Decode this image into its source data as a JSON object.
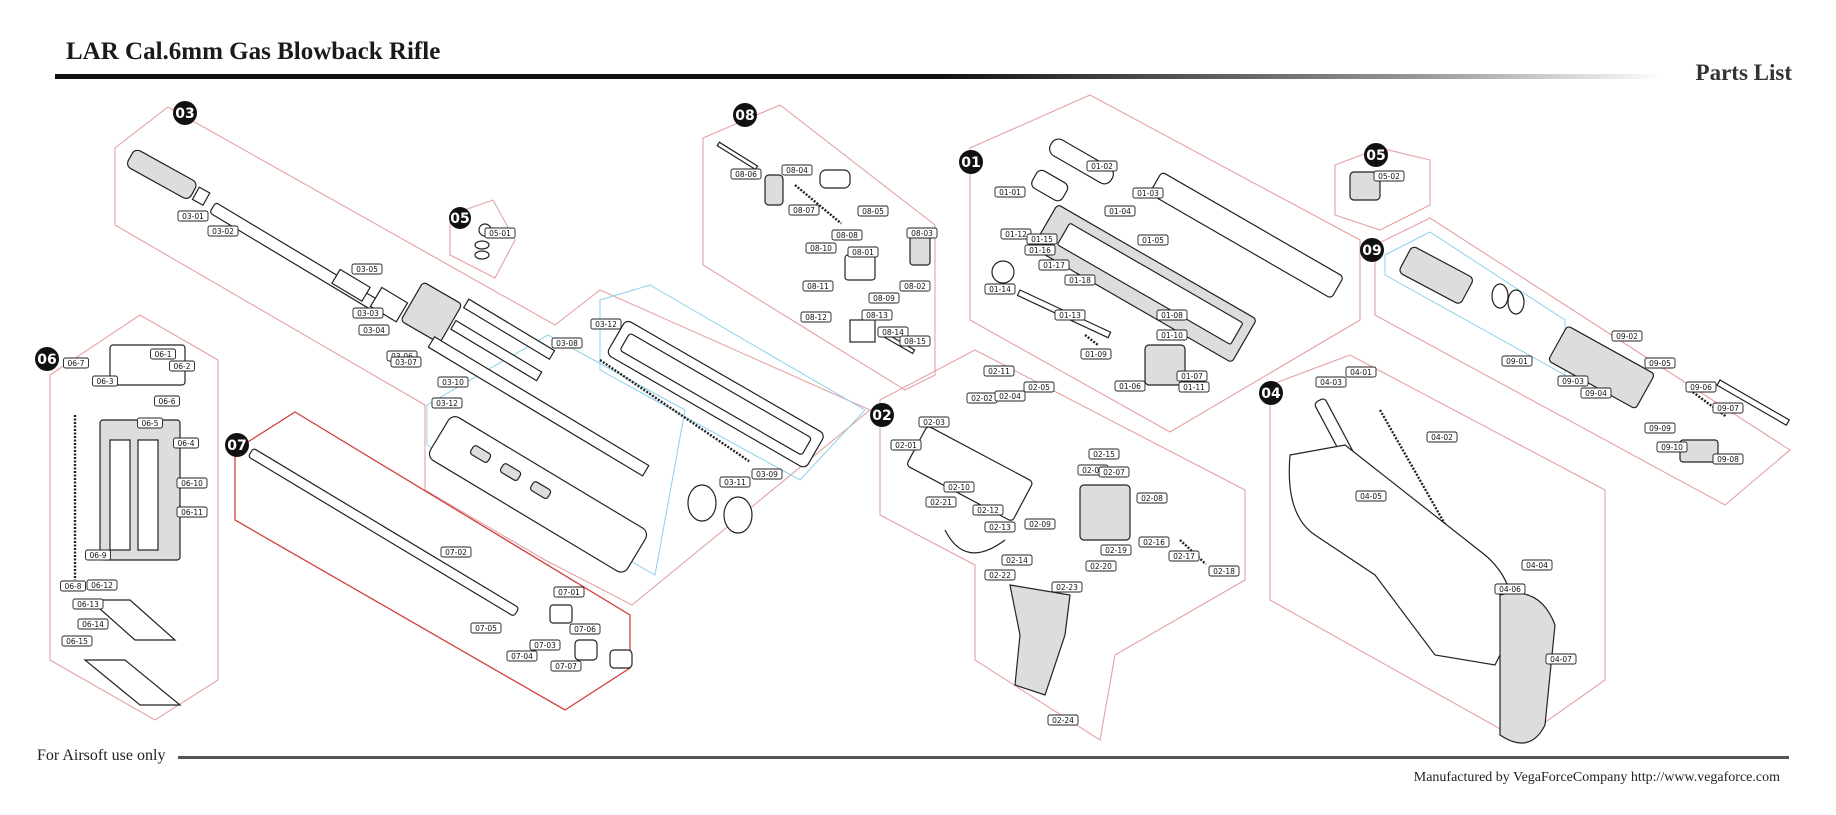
{
  "header": {
    "title": "LAR Cal.6mm Gas Blowback Rifle",
    "subtitle": "Parts List"
  },
  "footer": {
    "left": "For Airsoft use only",
    "right": "Manufactured by VegaForceCompany http://www.vegaforce.com"
  },
  "groups": [
    "01",
    "02",
    "03",
    "04",
    "05",
    "05",
    "06",
    "07",
    "08",
    "09"
  ],
  "labels": [
    "01-01",
    "01-02",
    "01-03",
    "01-04",
    "01-05",
    "01-06",
    "01-07",
    "01-08",
    "01-09",
    "01-10",
    "01-11",
    "01-12",
    "01-13",
    "01-14",
    "01-15",
    "01-16",
    "01-17",
    "01-18",
    "02-01",
    "02-02",
    "02-03",
    "02-04",
    "02-05",
    "02-06",
    "02-07",
    "02-08",
    "02-09",
    "02-10",
    "02-11",
    "02-12",
    "02-13",
    "02-14",
    "02-15",
    "02-16",
    "02-17",
    "02-18",
    "02-19",
    "02-20",
    "02-21",
    "02-22",
    "02-23",
    "02-24",
    "03-01",
    "03-02",
    "03-03",
    "03-04",
    "03-05",
    "03-06",
    "03-07",
    "03-08",
    "03-09",
    "03-10",
    "03-11",
    "03-12",
    "03-12",
    "04-01",
    "04-02",
    "04-03",
    "04-04",
    "04-05",
    "04-06",
    "04-07",
    "05-01",
    "05-02",
    "06-1",
    "06-2",
    "06-3",
    "06-4",
    "06-5",
    "06-6",
    "06-7",
    "06-8",
    "06-9",
    "06-10",
    "06-11",
    "06-12",
    "06-13",
    "06-14",
    "06-15",
    "07-01",
    "07-02",
    "07-03",
    "07-04",
    "07-05",
    "07-06",
    "07-07",
    "08-01",
    "08-02",
    "08-03",
    "08-04",
    "08-05",
    "08-06",
    "08-07",
    "08-08",
    "08-09",
    "08-10",
    "08-11",
    "08-12",
    "08-13",
    "08-14",
    "08-15",
    "09-01",
    "09-02",
    "09-03",
    "09-04",
    "09-05",
    "09-06",
    "09-07",
    "09-08",
    "09-09",
    "09-10"
  ],
  "colors": {
    "region_line": "#e3a3a3",
    "group7_line": "#d04040",
    "inner_line": "#8fd0ea",
    "ink": "#222222"
  }
}
